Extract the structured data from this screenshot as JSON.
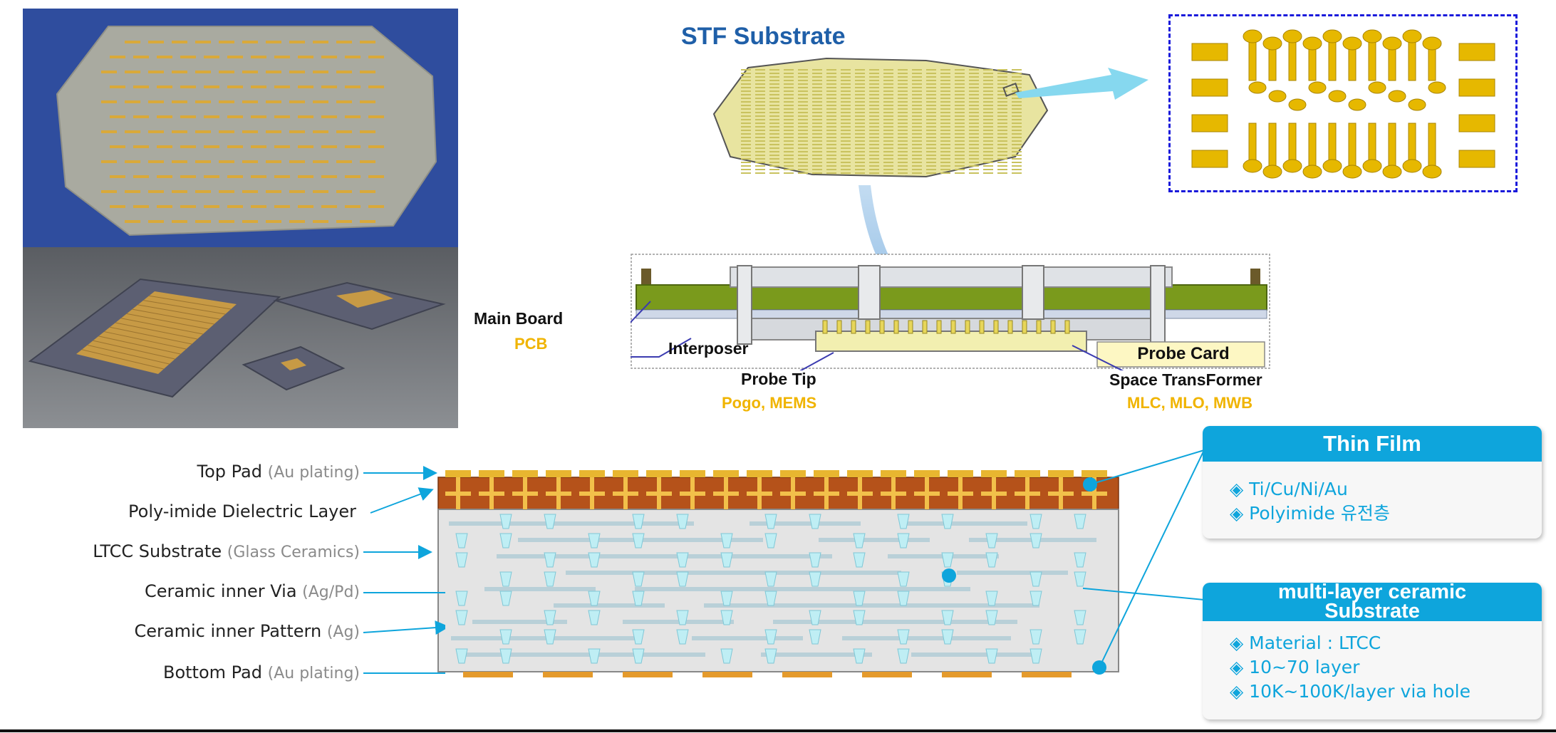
{
  "stf_title": "STF Substrate",
  "probe_card": {
    "main_board": "Main Board",
    "main_board_sub": "PCB",
    "interposer": "Interposer",
    "probe_tip": "Probe Tip",
    "probe_tip_sub": "Pogo, MEMS",
    "space_transformer": "Space TransFormer",
    "space_transformer_sub": "MLC, MLO, MWB",
    "probe_card_label": "Probe Card"
  },
  "layers": [
    {
      "label": "Top Pad",
      "sub": "(Au plating)"
    },
    {
      "label": "Poly-imide Dielectric Layer",
      "sub": ""
    },
    {
      "label": "LTCC Substrate",
      "sub": "(Glass Ceramics)"
    },
    {
      "label": "Ceramic inner Via",
      "sub": "(Ag/Pd)"
    },
    {
      "label": "Ceramic inner Pattern",
      "sub": "(Ag)"
    },
    {
      "label": "Bottom Pad",
      "sub": "(Au plating)"
    }
  ],
  "thin_film": {
    "title": "Thin Film",
    "items": [
      "◈ Ti/Cu/Ni/Au",
      "◈ Polyimide 유전층"
    ]
  },
  "ceramic": {
    "title_line1": "multi-layer ceramic",
    "title_line2": "Substrate",
    "items": [
      "◈ Material : LTCC",
      "◈ 10~70 layer",
      "◈ 10K~100K/layer via hole"
    ]
  },
  "colors": {
    "accent_blue": "#0ea5dc",
    "title_blue": "#1f5fa8",
    "gold": "#f0b400",
    "pcb_green": "#7a9a1c",
    "polyimide_brown": "#b5521a"
  }
}
